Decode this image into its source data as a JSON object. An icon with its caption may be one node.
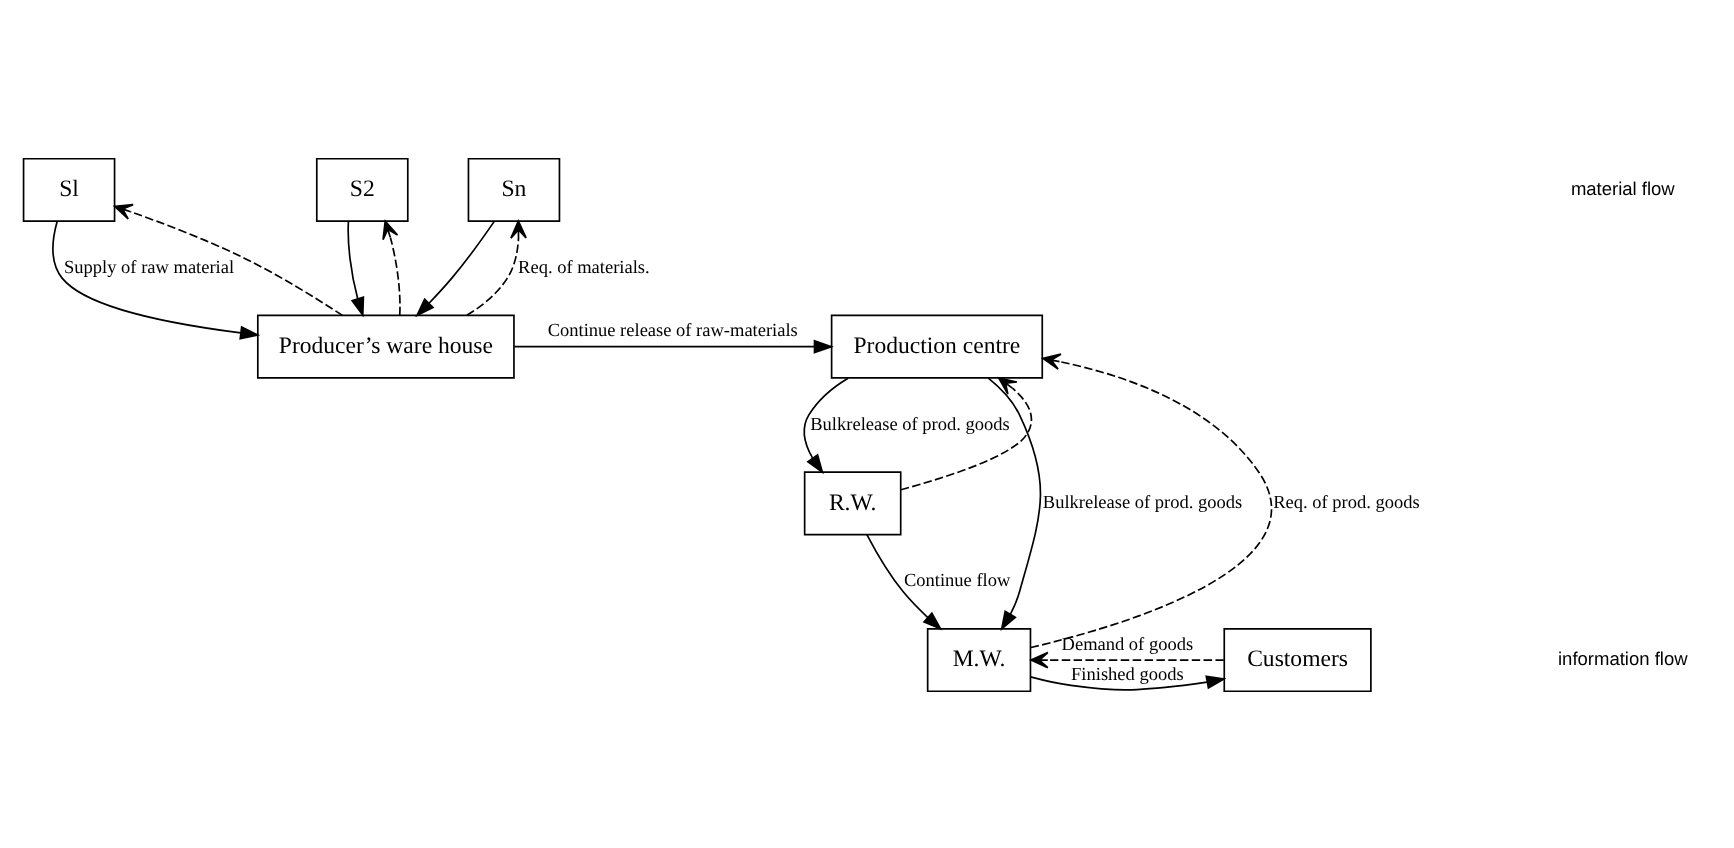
{
  "diagram": {
    "nodes": [
      {
        "text": [
          "Sl"
        ]
      },
      {
        "text": [
          "S2"
        ]
      },
      {
        "text": [
          "Sn"
        ]
      },
      {
        "text": [
          "Producer’s ware house"
        ]
      },
      {
        "text": [
          "Production centre"
        ]
      },
      {
        "text": [
          "R.W."
        ]
      },
      {
        "text": [
          "M.W."
        ]
      },
      {
        "text": [
          "Customers"
        ]
      }
    ],
    "edges": [
      {
        "from": 0,
        "to": 3,
        "arrow": "to",
        "label": "Supply of raw material"
      },
      {
        "from": 3,
        "to": 0,
        "arrow": "to",
        "style": "dashed"
      },
      {
        "from": 1,
        "to": 3,
        "arrow": "to"
      },
      {
        "from": 3,
        "to": 1,
        "arrow": "to",
        "style": "dashed"
      },
      {
        "from": 2,
        "to": 3,
        "arrow": "to"
      },
      {
        "from": 3,
        "to": 2,
        "arrow": "to",
        "style": "dashed",
        "label": "Req. of materials."
      },
      {
        "from": 3,
        "to": 4,
        "arrow": "to",
        "label": "Continue release of raw-materials"
      },
      {
        "from": 4,
        "to": 5,
        "arrow": "to",
        "label": "Bulkrelease of prod. goods"
      },
      {
        "from": 4,
        "to": 6,
        "arrow": "to",
        "label": "Bulkrelease of prod. goods"
      },
      {
        "from": 5,
        "to": 6,
        "arrow": "to",
        "label": "Continue flow"
      },
      {
        "from": 5,
        "to": 4,
        "arrow": "to",
        "style": "dashed"
      },
      {
        "from": 6,
        "to": 4,
        "arrow": "to",
        "style": "dashed",
        "label": "Req. of prod. goods"
      },
      {
        "from": 6,
        "to": 7,
        "arrow": "to",
        "label": "Finished goods"
      },
      {
        "from": 7,
        "to": 6,
        "arrow": "to",
        "style": "dashed",
        "label": "Demand of goods"
      }
    ],
    "legend": [
      {
        "text": "material flow"
      },
      {
        "text": "information flow"
      }
    ]
  }
}
